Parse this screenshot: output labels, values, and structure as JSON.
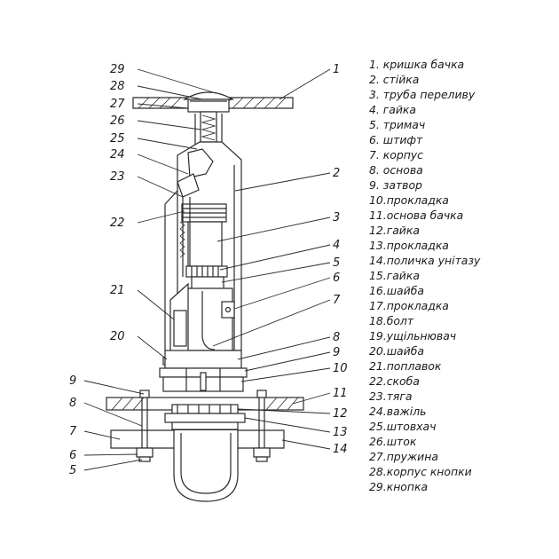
{
  "callouts": {
    "n1": "1",
    "n2": "2",
    "n3": "3",
    "n4": "4",
    "n5": "5",
    "n6": "6",
    "n7": "7",
    "n8": "8",
    "n9": "9",
    "n10": "10",
    "n11": "11",
    "n12": "12",
    "n13": "13",
    "n14": "14",
    "n20": "20",
    "n21": "21",
    "n22": "22",
    "n23": "23",
    "n24": "24",
    "n25": "25",
    "n26": "26",
    "n27": "27",
    "n28": "28",
    "n29": "29",
    "n5L": "5",
    "n6L": "6",
    "n7L": "7",
    "n8L": "8",
    "n9L": "9"
  },
  "legend": [
    "1. кришка бачка",
    "2. стійка",
    "3. труба переливу",
    "4. гайка",
    "5. тримач",
    "6. штифт",
    "7. корпус",
    "8. основа",
    "9. затвор",
    "10.прокладка",
    "11.основа бачка",
    "12.гайка",
    "13.прокладка",
    "14.поличка унітазу",
    "15.гайка",
    "16.шайба",
    "17.прокладка",
    "18.болт",
    "19.ущільнювач",
    "20.шайба",
    "21.поплавок",
    "22.скоба",
    "23.тяга",
    "24.важіль",
    "25.штовхач",
    "26.шток",
    "27.пружина",
    "28.корпус кнопки",
    "29.кнопка"
  ]
}
